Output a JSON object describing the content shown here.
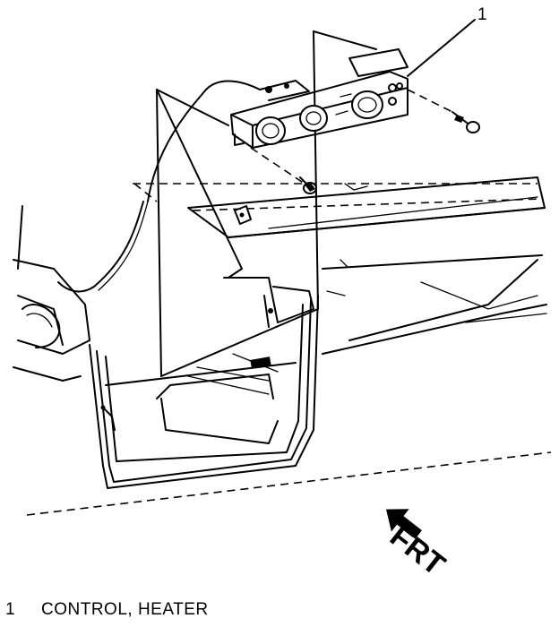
{
  "diagram": {
    "callouts": [
      {
        "number": "1",
        "label": "CONTROL, HEATER"
      }
    ],
    "direction_indicator": {
      "text": "FRT",
      "icon": "front-arrow-icon"
    }
  }
}
